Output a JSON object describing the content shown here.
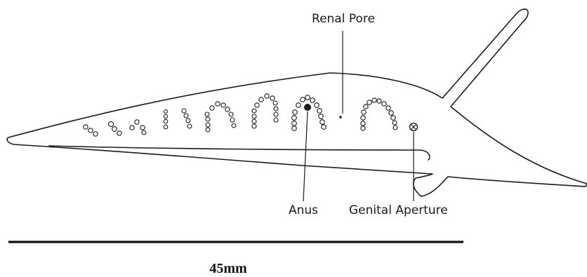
{
  "labels": {
    "renal_pore": "Renal Pore",
    "anus": "Anus",
    "genital_aperture": "Genital Aperture"
  },
  "scale_bar": {
    "label": "45mm"
  },
  "colors": {
    "ink": "#1a1a1a",
    "background": "#ffffff"
  }
}
